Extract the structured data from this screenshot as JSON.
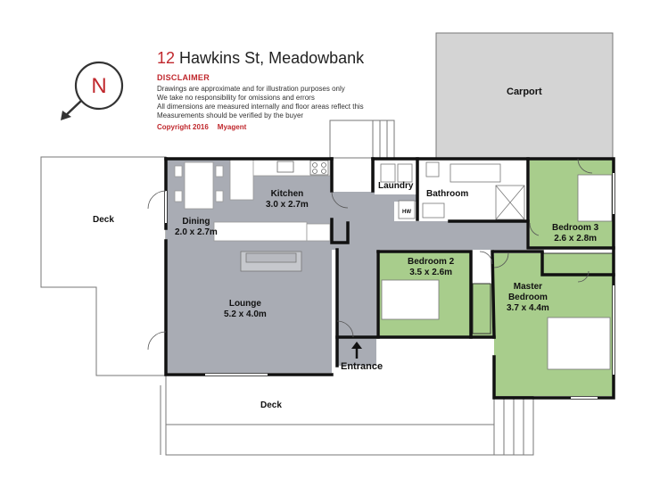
{
  "header": {
    "address_number": "12",
    "address_rest": "Hawkins St, Meadowbank",
    "disclaimer_heading": "DISCLAIMER",
    "disclaimer_lines": [
      "Drawings are approximate and for illustration purposes only",
      "We take no responsibility for omissions and errors",
      "All dimensions are measured internally and floor areas reflect this",
      "Measurements should be verified by the buyer"
    ],
    "copyright": "Copyright 2016",
    "brand": "Myagent"
  },
  "compass": {
    "letter": "N",
    "icon": "north-compass-icon"
  },
  "rooms": {
    "carport": {
      "name": "Carport"
    },
    "kitchen": {
      "name": "Kitchen",
      "size": "3.0 x 2.7m"
    },
    "dining": {
      "name": "Dining",
      "size": "2.0 x 2.7m"
    },
    "laundry": {
      "name": "Laundry"
    },
    "bathroom": {
      "name": "Bathroom"
    },
    "hw": {
      "name": "HW"
    },
    "bedroom3": {
      "name": "Bedroom 3",
      "size": "2.6 x 2.8m"
    },
    "bedroom2": {
      "name": "Bedroom 2",
      "size": "3.5 x 2.6m"
    },
    "master": {
      "name": "Master",
      "name2": "Bedroom",
      "size": "3.7 x 4.4m"
    },
    "lounge": {
      "name": "Lounge",
      "size": "5.2 x 4.0m"
    },
    "entrance": {
      "name": "Entrance"
    },
    "deck_west": {
      "name": "Deck"
    },
    "deck_south": {
      "name": "Deck"
    }
  },
  "colors": {
    "living": "#a9acb4",
    "bedroom": "#a8cd8c",
    "wall": "#111111",
    "accent": "#c0282d"
  }
}
